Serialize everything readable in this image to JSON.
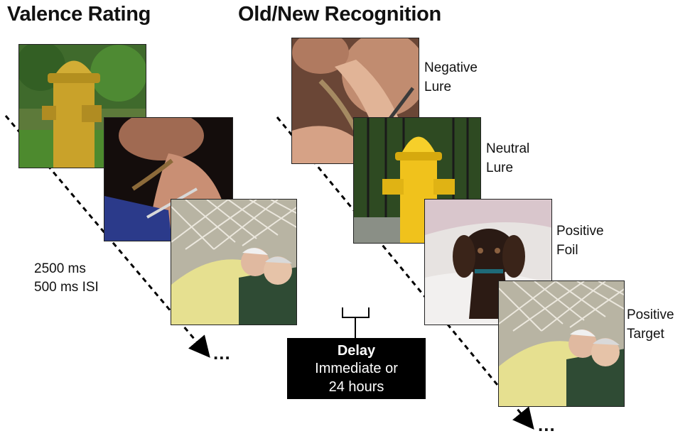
{
  "headings": {
    "valence": "Valence Rating",
    "recognition": "Old/New Recognition"
  },
  "timing": {
    "line1": "2500 ms",
    "line2": "500 ms ISI"
  },
  "delay": {
    "title": "Delay",
    "line1": "Immediate or",
    "line2": "24 hours"
  },
  "labels": {
    "negative_lure": [
      "Negative",
      "Lure"
    ],
    "neutral_lure": [
      "Neutral",
      "Lure"
    ],
    "positive_foil": [
      "Positive",
      "Foil"
    ],
    "positive_target": [
      "Positive",
      "Target"
    ]
  },
  "ellipsis": "...",
  "images": {
    "valence": [
      "fire-hydrant-photo",
      "knife-threat-photo",
      "elderly-couple-hammock-photo"
    ],
    "recognition": [
      "knife-threat-closeup-photo",
      "yellow-hydrant-photo",
      "puppy-photo",
      "elderly-couple-hammock-photo"
    ]
  }
}
